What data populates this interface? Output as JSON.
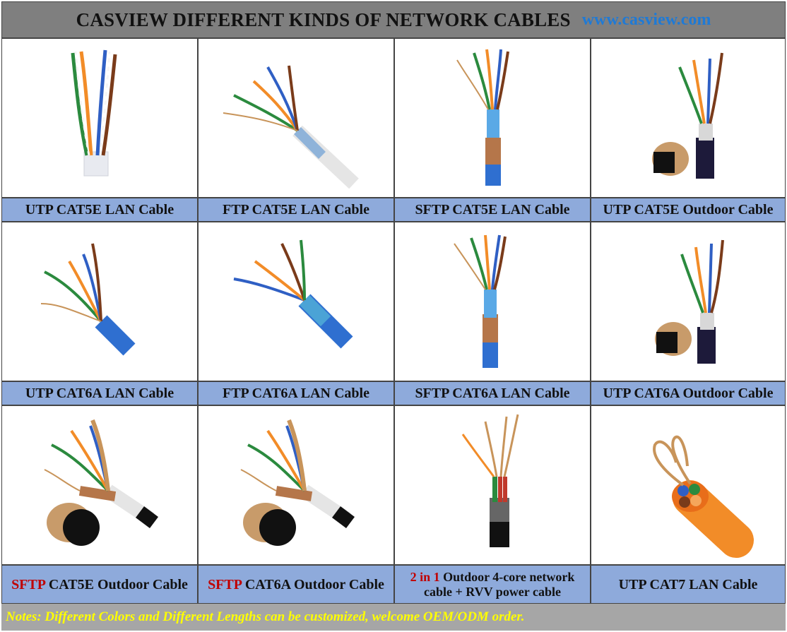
{
  "header": {
    "title": "CASVIEW DIFFERENT KINDS OF NETWORK CABLES",
    "url": "www.casview.com"
  },
  "products": [
    {
      "label": "UTP CAT5E LAN Cable"
    },
    {
      "label": "FTP CAT5E LAN Cable"
    },
    {
      "label": "SFTP CAT5E LAN Cable"
    },
    {
      "label": "UTP CAT5E Outdoor Cable"
    },
    {
      "label": "UTP CAT6A LAN Cable"
    },
    {
      "label": "FTP CAT6A LAN Cable"
    },
    {
      "label": "SFTP CAT6A LAN Cable"
    },
    {
      "label": "UTP CAT6A Outdoor Cable"
    },
    {
      "prefix": "SFTP",
      "label": "CAT5E Outdoor Cable"
    },
    {
      "prefix": "SFTP",
      "label": "CAT6A Outdoor Cable"
    },
    {
      "prefix": "2 in 1",
      "label": "Outdoor 4-core network",
      "label_line2": "cable + RVV power cable"
    },
    {
      "label": "UTP CAT7 LAN Cable"
    }
  ],
  "notes": "Notes: Different Colors and Different Lengths can be customized, welcome OEM/ODM order."
}
